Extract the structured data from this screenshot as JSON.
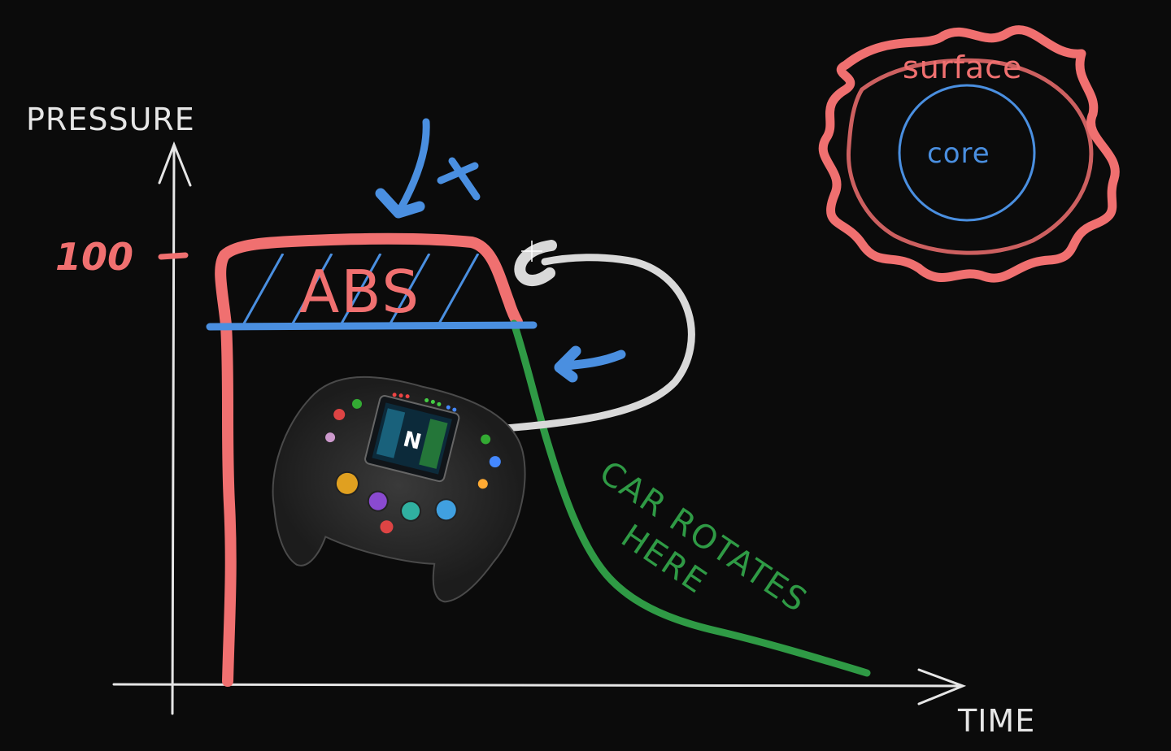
{
  "axes": {
    "y_label": "PRESSURE",
    "x_label": "TIME",
    "y_tick": "100"
  },
  "annotations": {
    "abs_label": "ABS",
    "rotation_line1": "CAR ROTATES",
    "rotation_line2": "HERE",
    "plus_sign": "+"
  },
  "tyre": {
    "outer_label": "surface",
    "inner_label": "core"
  },
  "colors": {
    "background": "#0b0b0b",
    "axis": "#e6e6e6",
    "pressure_red": "#f07070",
    "abs_blue": "#4a8fe0",
    "rotation_green": "#2f9a45",
    "loop_gray": "#d9d9d9"
  },
  "icons": {
    "steering_wheel": "f1-steering-wheel-icon",
    "cursor": "crosshair-cursor-icon"
  }
}
